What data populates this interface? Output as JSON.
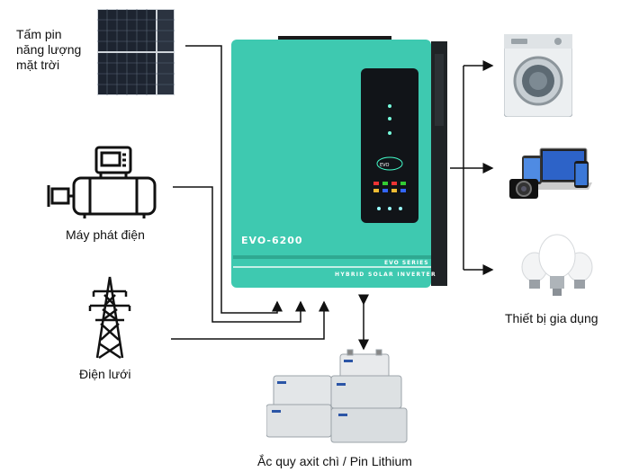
{
  "labels": {
    "solar_panel": [
      "Tấm pin",
      "năng lượng",
      "mặt trời"
    ],
    "generator": "Máy phát điện",
    "grid": "Điện lưới",
    "appliances": "Thiết bị gia dụng",
    "battery": "Ắc quy axit chì / Pin Lithium"
  },
  "inverter": {
    "model": "EVO-6200",
    "series": "EVO SERIES",
    "subtitle": "HYBRID SOLAR INVERTER",
    "badge": "EVO"
  },
  "colors": {
    "inverter_body": "#3ec9b0",
    "panel_dark": "#111418",
    "line": "#111111"
  }
}
